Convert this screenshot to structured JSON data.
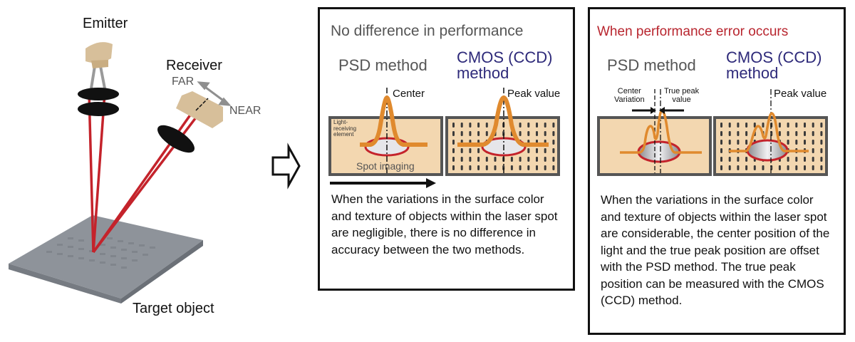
{
  "setup": {
    "emitter_label": "Emitter",
    "receiver_label": "Receiver",
    "far_label": "FAR",
    "near_label": "NEAR",
    "target_label": "Target object"
  },
  "arrow": {
    "icon": "right-arrow-outline-icon"
  },
  "panel_no_difference": {
    "heading": "No difference in performance",
    "psd_title": "PSD method",
    "cmos_title_line1": "CMOS (CCD)",
    "cmos_title_line2": "method",
    "center_label": "Center",
    "peak_label": "Peak value",
    "element_label_line1": "Light-",
    "element_label_line2": "receiving",
    "element_label_line3": "element",
    "spot_label": "Spot imaging",
    "description": "When the variations in the surface color and texture of objects within the laser spot are negligible, there is no difference in accuracy between the two methods."
  },
  "panel_error": {
    "heading": "When performance error occurs",
    "psd_title": "PSD method",
    "cmos_title_line1": "CMOS (CCD)",
    "cmos_title_line2": "method",
    "center_variation_line1": "Center",
    "center_variation_line2": "Variation",
    "true_peak_line1": "True peak",
    "true_peak_line2": "value",
    "peak_label": "Peak value",
    "description": "When the variations in the surface color and texture of objects within the laser spot are considerable, the center position of the light and the true peak position are offset with the PSD method. The true peak position can be measured with the CMOS (CCD) method."
  },
  "colors": {
    "laser": "#c4232b",
    "sensor": "#d7bf9a",
    "waveform": "#e08a2e",
    "error_heading": "#b8252e",
    "cmos_title": "#2e2a7a",
    "panel_fill": "#f3d7b0",
    "panel_border": "#555555",
    "target": "#8e939a"
  }
}
